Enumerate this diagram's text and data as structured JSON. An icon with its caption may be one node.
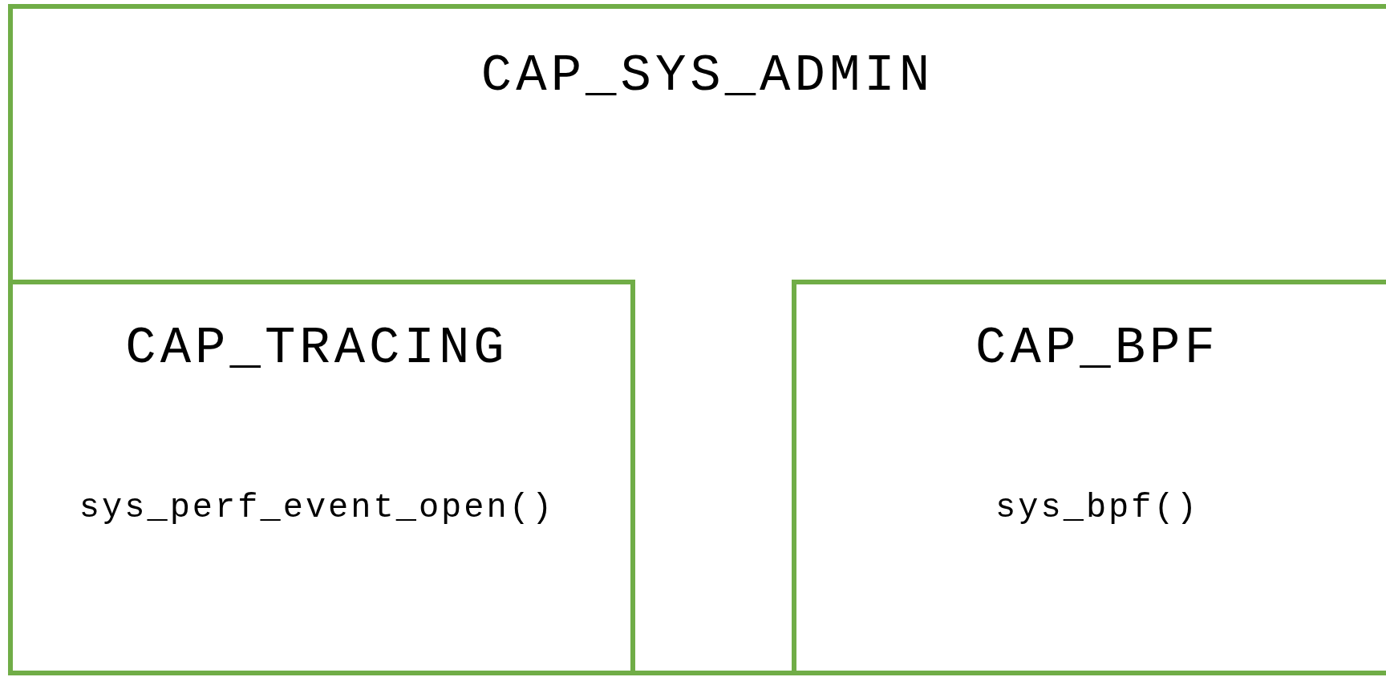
{
  "diagram": {
    "nodes": [
      {
        "text": [
          "CAP_SYS_ADMIN"
        ]
      },
      {
        "text": [
          "CAP_TRACING",
          "sys_perf_event_open()"
        ],
        "in": 0
      },
      {
        "text": [
          "CAP_BPF",
          "sys_bpf()"
        ],
        "in": 0
      }
    ]
  }
}
